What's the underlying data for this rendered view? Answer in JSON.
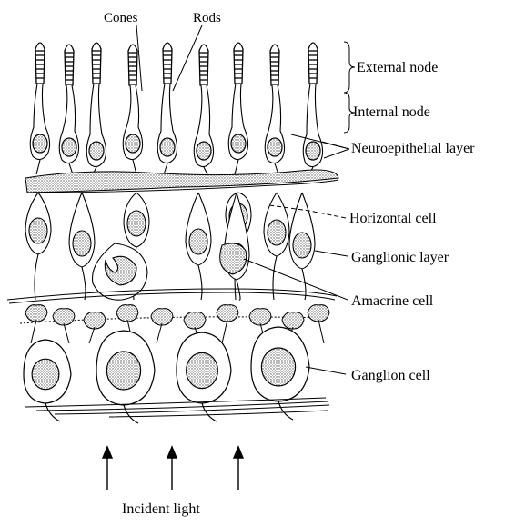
{
  "labels": {
    "cones": "Cones",
    "rods": "Rods",
    "external_node": "External node",
    "internal_node": "Internal node",
    "neuroepithelial_layer": "Neuroepithelial layer",
    "horizontal_cell": "Horizontal cell",
    "ganglionic_layer": "Ganglionic layer",
    "amacrine_cell": "Amacrine cell",
    "ganglion_cell": "Ganglion cell",
    "incident_light": "Incident light"
  },
  "colors": {
    "ink": "#000000",
    "background": "#ffffff",
    "stipple": "#8a8a8a"
  }
}
